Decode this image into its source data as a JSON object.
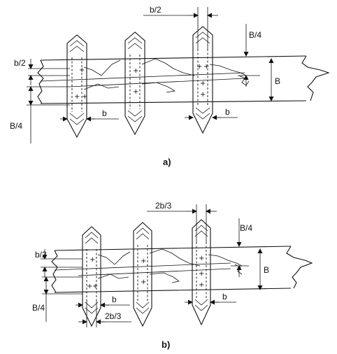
{
  "diagram_a": {
    "caption": "a)",
    "label_b2_top": "b/2",
    "label_b4_top": "B/4",
    "label_b2_left": "b/2",
    "label_b4_left": "B/4",
    "label_B": "B",
    "label_b_mid": "b",
    "label_b_right": "b"
  },
  "diagram_b": {
    "caption": "b)",
    "label_2b3_top": "2b/3",
    "label_b4_top": "B/4",
    "label_b2_left": "b/2",
    "label_b4_left": "B/4",
    "label_B": "B",
    "label_b_mid": "b",
    "label_b_right": "b",
    "label_2b3_bottom": "2b/3"
  },
  "plus_sign": "+"
}
